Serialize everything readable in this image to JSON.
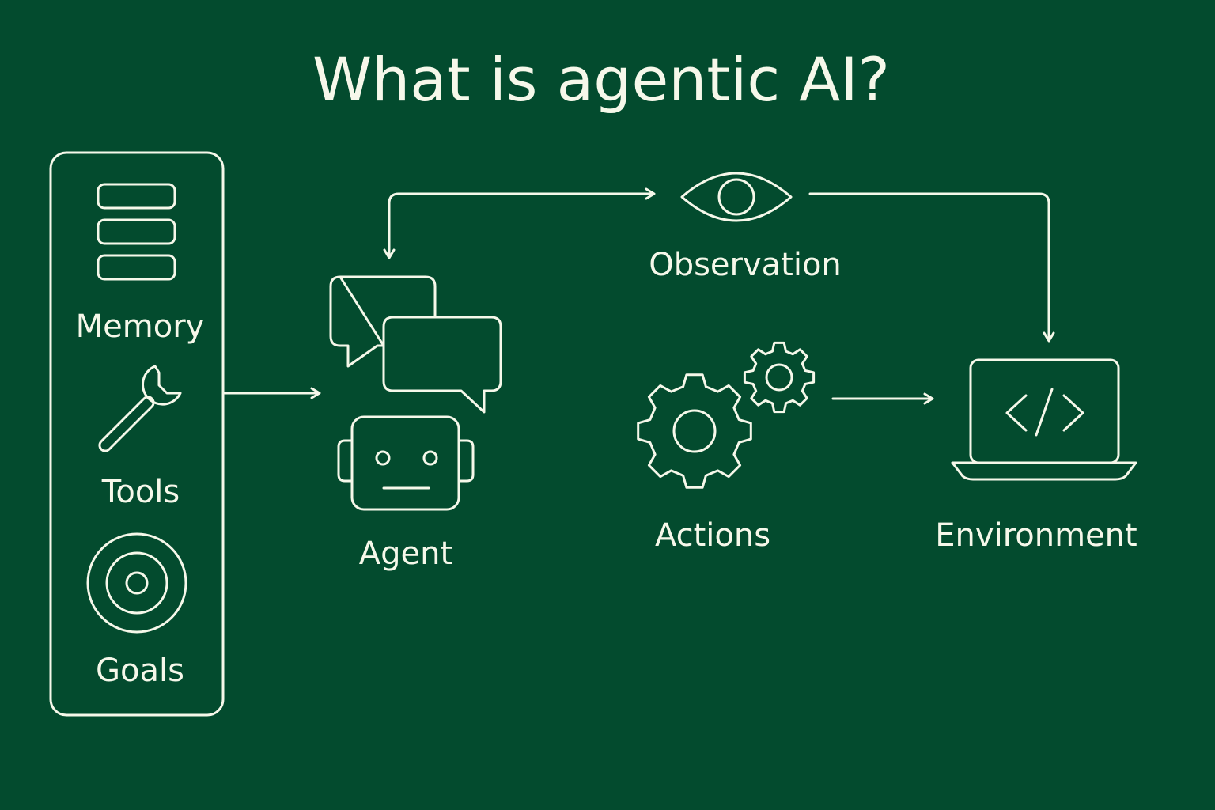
{
  "title": "What is agentic AI?",
  "colors": {
    "background": "#034b2e",
    "foreground": "#f6f8ea"
  },
  "nodes": {
    "memory": {
      "label": "Memory",
      "icon": "stack-icon"
    },
    "tools": {
      "label": "Tools",
      "icon": "wrench-icon"
    },
    "goals": {
      "label": "Goals",
      "icon": "target-icon"
    },
    "agent": {
      "label": "Agent",
      "icon": "robot-with-chat-bubbles-icon"
    },
    "observation": {
      "label": "Observation",
      "icon": "eye-icon"
    },
    "actions": {
      "label": "Actions",
      "icon": "gears-icon"
    },
    "environment": {
      "label": "Environment",
      "icon": "laptop-code-icon"
    }
  },
  "edges": [
    {
      "from": "memory-tools-goals",
      "to": "agent"
    },
    {
      "from": "agent",
      "to": "observation"
    },
    {
      "from": "observation",
      "to": "agent"
    },
    {
      "from": "observation",
      "to": "environment"
    },
    {
      "from": "actions",
      "to": "environment"
    }
  ]
}
